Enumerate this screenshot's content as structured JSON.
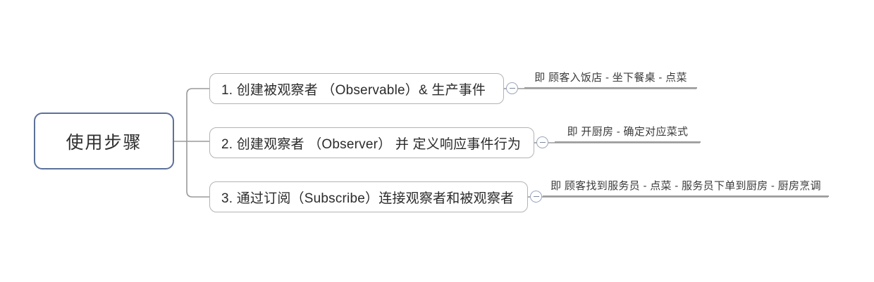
{
  "diagram": {
    "type": "mindmap",
    "title": "使用步骤",
    "background_color": "#ffffff",
    "root": {
      "label": "使用步骤",
      "border_color": "#5c7199",
      "text_color": "#2e2e2e"
    },
    "branches": [
      {
        "id": 1,
        "label": "1. 创建被观察者 （Observable）& 生产事件",
        "collapse_icon": "minus-circle-icon",
        "annotation": "即 顾客入饭店 - 坐下餐桌 - 点菜"
      },
      {
        "id": 2,
        "label": "2. 创建观察者 （Observer） 并 定义响应事件行为",
        "collapse_icon": "minus-circle-icon",
        "annotation": "即 开厨房 - 确定对应菜式"
      },
      {
        "id": 3,
        "label": "3. 通过订阅（Subscribe）连接观察者和被观察者",
        "collapse_icon": "minus-circle-icon",
        "annotation": "即 顾客找到服务员 - 点菜 - 服务员下单到厨房 - 厨房烹调"
      }
    ],
    "colors": {
      "root_border": "#5c7199",
      "node_border": "#b3b3b3",
      "connector": "#9a9a9a",
      "annotation_rule": "#9c9c9c",
      "collapse_border": "#9aa5bd"
    }
  }
}
